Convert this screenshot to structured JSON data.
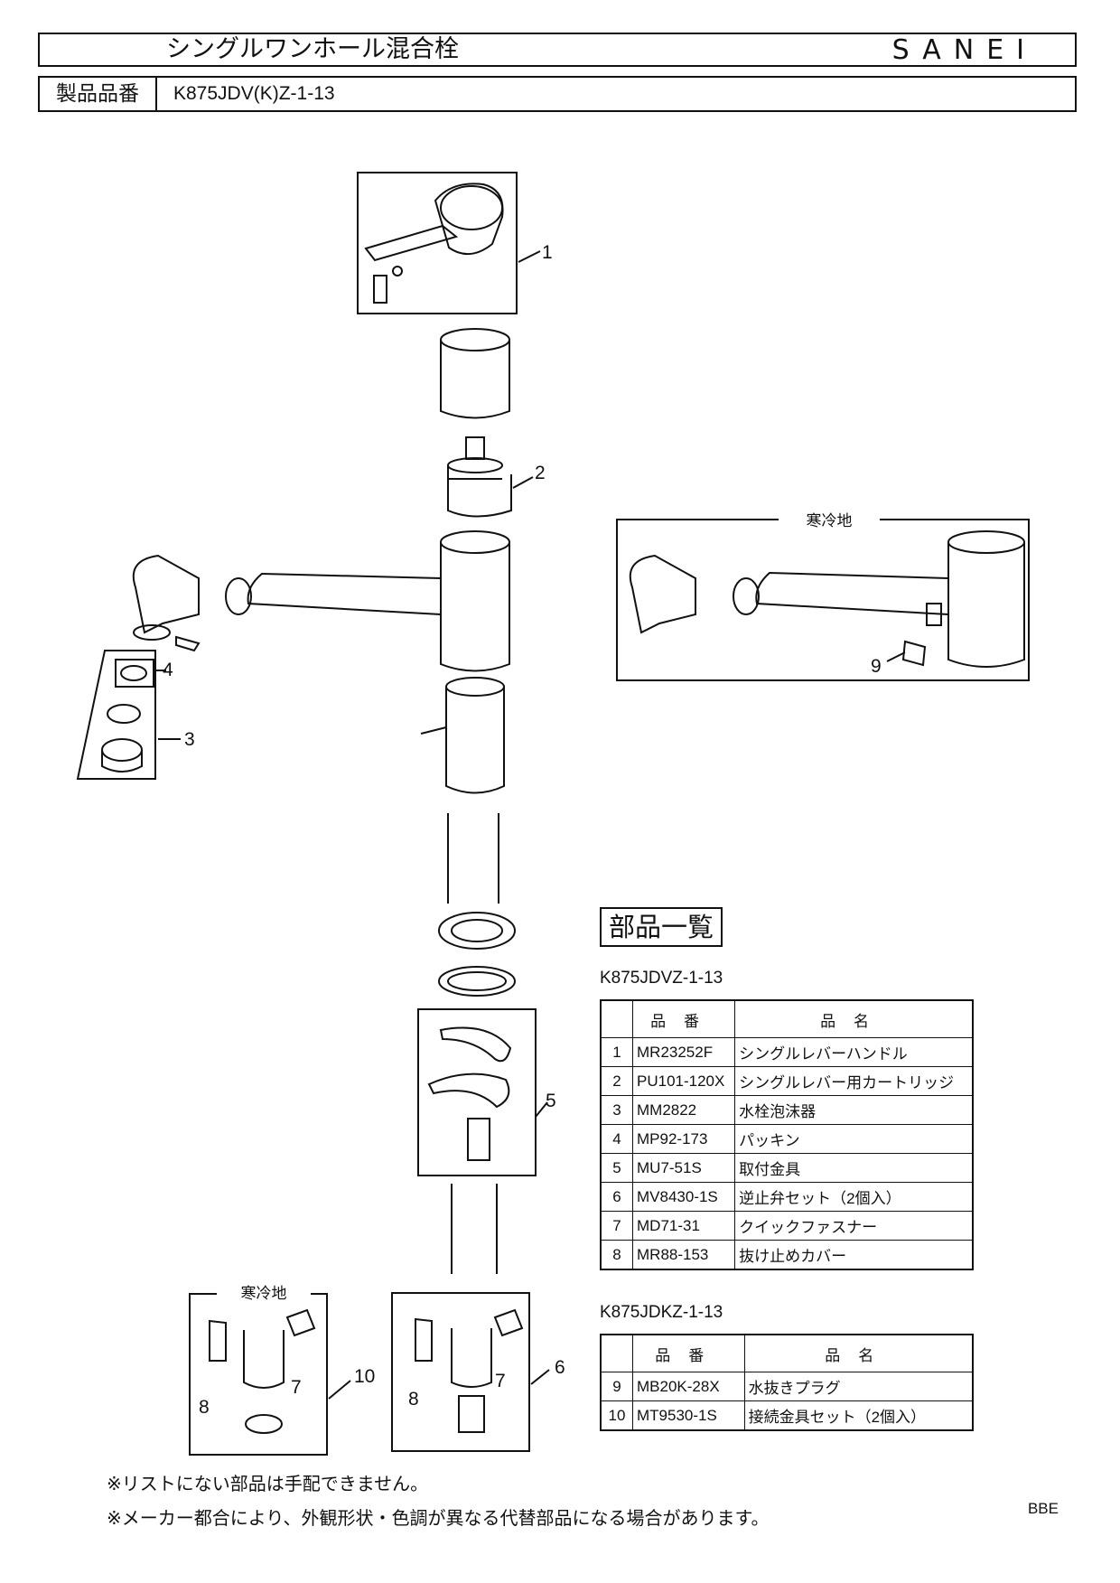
{
  "header": {
    "title": "シングルワンホール混合栓",
    "brand": "SANEI",
    "model_label": "製品品番",
    "model_number": "K875JDV(K)Z-1-13"
  },
  "diagram": {
    "callouts": [
      "1",
      "2",
      "3",
      "4",
      "5",
      "6",
      "7",
      "8",
      "9",
      "10"
    ],
    "cold_region_label": "寒冷地"
  },
  "parts_list": {
    "title": "部品一覧",
    "tables": [
      {
        "caption": "K875JDVZ-1-13",
        "columns": [
          "品番",
          "品名"
        ],
        "rows": [
          {
            "no": "1",
            "code": "MR23252F",
            "name": "シングルレバーハンドル"
          },
          {
            "no": "2",
            "code": "PU101-120X",
            "name": "シングルレバー用カートリッジ"
          },
          {
            "no": "3",
            "code": "MM2822",
            "name": "水栓泡沫器"
          },
          {
            "no": "4",
            "code": "MP92-173",
            "name": "パッキン"
          },
          {
            "no": "5",
            "code": "MU7-51S",
            "name": "取付金具"
          },
          {
            "no": "6",
            "code": "MV8430-1S",
            "name": "逆止弁セット（2個入）"
          },
          {
            "no": "7",
            "code": "MD71-31",
            "name": "クイックファスナー"
          },
          {
            "no": "8",
            "code": "MR88-153",
            "name": "抜け止めカバー"
          }
        ]
      },
      {
        "caption": "K875JDKZ-1-13",
        "columns": [
          "品番",
          "品名"
        ],
        "rows": [
          {
            "no": "9",
            "code": "MB20K-28X",
            "name": "水抜きプラグ"
          },
          {
            "no": "10",
            "code": "MT9530-1S",
            "name": "接続金具セット（2個入）"
          }
        ]
      }
    ]
  },
  "notes": [
    "※リストにない部品は手配できません。",
    "※メーカー都合により、外観形状・色調が異なる代替部品になる場合があります。"
  ],
  "footer_code": "BBE"
}
